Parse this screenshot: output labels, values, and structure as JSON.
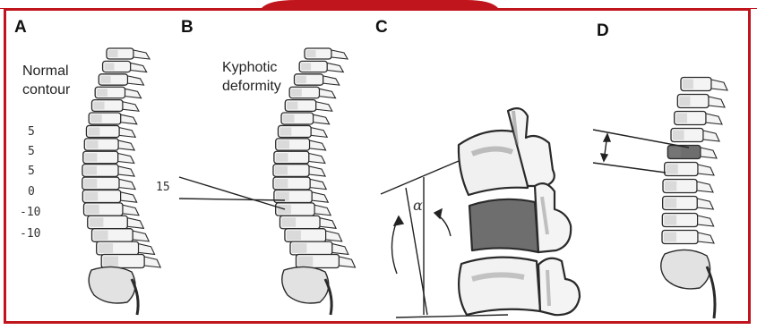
{
  "panels": {
    "a": {
      "letter": "A",
      "caption_line1": "Normal",
      "caption_line2": "contour",
      "values": [
        "5",
        "5",
        "5",
        "0",
        "-10",
        "-10"
      ]
    },
    "b": {
      "letter": "B",
      "caption_line1": "Kyphotic",
      "caption_line2": "deformity",
      "angle_value": "15"
    },
    "c": {
      "letter": "C",
      "angle_symbol": "α"
    },
    "d": {
      "letter": "D"
    }
  },
  "colors": {
    "frame": "#c0151c",
    "bone_fill": "#f4f4f4",
    "bone_stroke": "#2a2a2a",
    "shade": "#8a8a8a",
    "highlight_vertebra": "#6e6e6e"
  }
}
